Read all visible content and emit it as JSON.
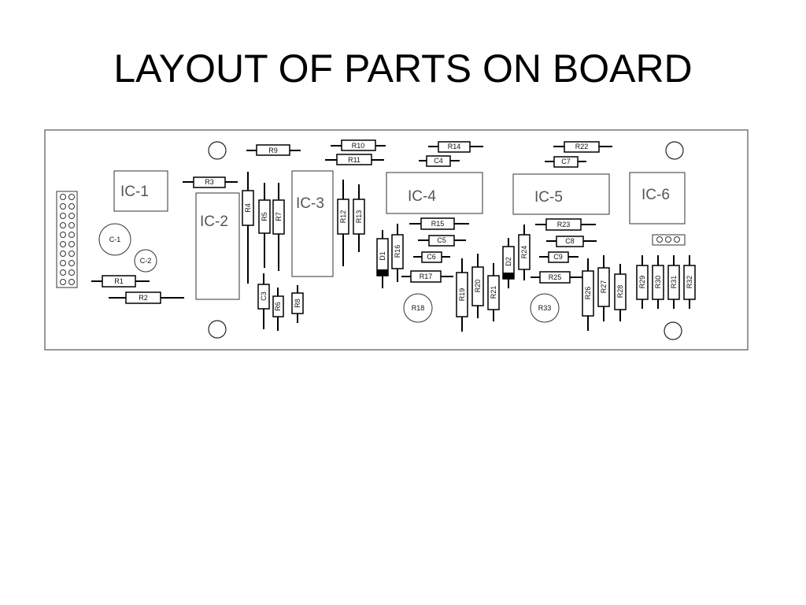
{
  "title": "LAYOUT OF PARTS ON BOARD",
  "ics": {
    "ic1": "IC-1",
    "ic2": "IC-2",
    "ic3": "IC-3",
    "ic4": "IC-4",
    "ic5": "IC-5",
    "ic6": "IC-6"
  },
  "capacitors": {
    "c1": "C-1",
    "c2": "C-2",
    "c3": "C3",
    "c4": "C4",
    "c5": "C5",
    "c6": "C6",
    "c7": "C7",
    "c8": "C8",
    "c9": "C9"
  },
  "diodes": {
    "d1": "D1",
    "d2": "D2"
  },
  "resistors": {
    "r1": "R1",
    "r2": "R2",
    "r3": "R3",
    "r4": "R4",
    "r5": "R5",
    "r6": "R6",
    "r7": "R7",
    "r8": "R8",
    "r9": "R9",
    "r10": "R10",
    "r11": "R11",
    "r12": "R12",
    "r13": "R13",
    "r14": "R14",
    "r15": "R15",
    "r16": "R16",
    "r17": "R17",
    "r19": "R19",
    "r20": "R20",
    "r21": "R21",
    "r22": "R22",
    "r23": "R23",
    "r24": "R24",
    "r25": "R25",
    "r26": "R26",
    "r27": "R27",
    "r28": "R28",
    "r29": "R29",
    "r30": "R30",
    "r31": "R31",
    "r32": "R32"
  },
  "pots": {
    "r18": "R18",
    "r33": "R33"
  }
}
